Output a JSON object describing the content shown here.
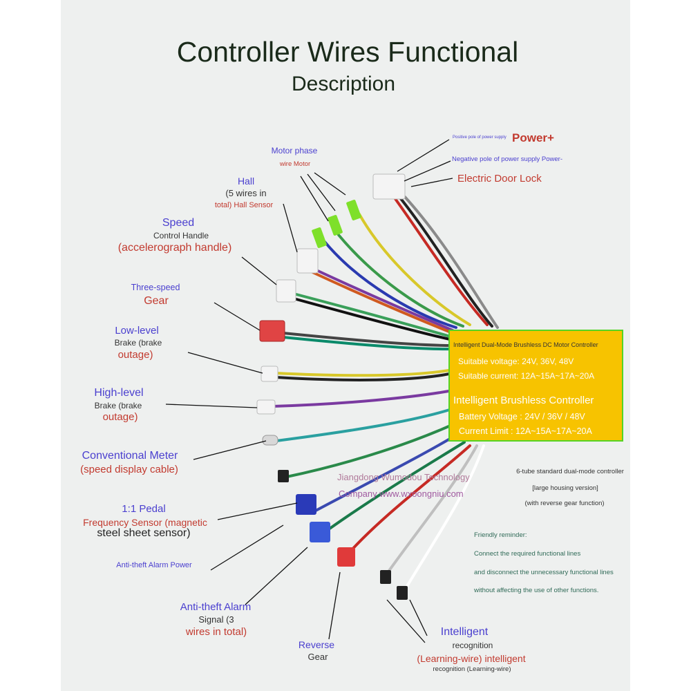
{
  "title": "Controller Wires Functional",
  "subtitle": "Description",
  "labels": {
    "power_plus": "Power+",
    "positive_pole": "Positive pole of power supply",
    "negative_pole": "Negative pole of power supply Power-",
    "door_lock": "Electric Door Lock",
    "motor_phase_1": "Motor phase",
    "motor_phase_2": "wire Motor",
    "hall_1": "Hall",
    "hall_2": "(5 wires in",
    "hall_3": "total) Hall Sensor",
    "speed_1": "Speed",
    "speed_2": "Control Handle",
    "speed_3": "(accelerograph handle)",
    "three_speed_1": "Three-speed",
    "three_speed_2": "Gear",
    "low_brake_1": "Low-level",
    "low_brake_2": "Brake (brake",
    "low_brake_3": "outage)",
    "high_brake_1": "High-level",
    "high_brake_2": "Brake (brake",
    "high_brake_3": "outage)",
    "meter_1": "Conventional Meter",
    "meter_2": "(speed display cable)",
    "pedal_1": "1:1 Pedal",
    "pedal_2": "Frequency Sensor (magnetic",
    "pedal_3": "steel sheet sensor)",
    "alarm_power": "Anti-theft Alarm Power",
    "alarm_signal_1": "Anti-theft Alarm",
    "alarm_signal_2": "Signal (3",
    "alarm_signal_3": "wires in total)",
    "reverse_1": "Reverse",
    "reverse_2": "Gear",
    "intel_1": "Intelligent",
    "intel_2": "recognition",
    "intel_3": "(Learning-wire) intelligent",
    "intel_4": "recognition (Learning-wire)"
  },
  "watermark": {
    "line1": "Jiangdong Wumodou Technology",
    "line2": "Company www.wxoongniu.com"
  },
  "info_box": {
    "title": "Intelligent Dual-Mode Brushless DC Motor Controller",
    "voltage": "Suitable voltage: 24V, 36V, 48V",
    "current": "Suitable current: 12A~15A~17A~20A",
    "name": "Intelligent Brushless Controller",
    "battery": "Battery Voltage : 24V / 36V / 48V",
    "limit": "Current Limit : 12A~15A~17A~20A",
    "border_color": "#55d424",
    "background_color": "#f7c300"
  },
  "spec_notes": {
    "line1": "6-tube standard dual-mode controller",
    "line2": "[large housing version]",
    "line3": "(with reverse gear function)"
  },
  "reminder": {
    "title": "Friendly reminder:",
    "line1": "Connect the required functional lines",
    "line2": "and disconnect the unnecessary functional lines",
    "line3": "without affecting the use of other functions."
  }
}
